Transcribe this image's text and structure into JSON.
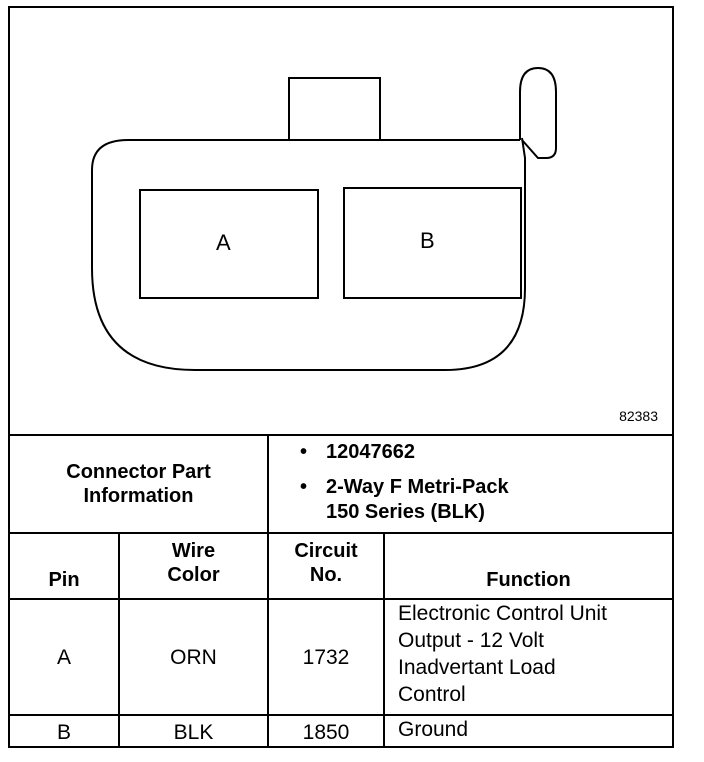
{
  "diagram": {
    "figure_number": "82383",
    "cavity_a_label": "A",
    "cavity_b_label": "B"
  },
  "connector_info": {
    "header_line1": "Connector Part",
    "header_line2": "Information",
    "part_number": "12047662",
    "description_line1": "2-Way F Metri-Pack",
    "description_line2": "150 Series (BLK)"
  },
  "table": {
    "headers": {
      "pin": "Pin",
      "wire_color_line1": "Wire",
      "wire_color_line2": "Color",
      "circuit_line1": "Circuit",
      "circuit_line2": "No.",
      "function": "Function"
    },
    "rows": [
      {
        "pin": "A",
        "wire_color": "ORN",
        "circuit": "1732",
        "function_lines": [
          "Electronic Control Unit",
          "Output - 12 Volt",
          "Inadvertant Load",
          "Control"
        ]
      },
      {
        "pin": "B",
        "wire_color": "BLK",
        "circuit": "1850",
        "function_lines": [
          "Ground"
        ]
      }
    ]
  }
}
